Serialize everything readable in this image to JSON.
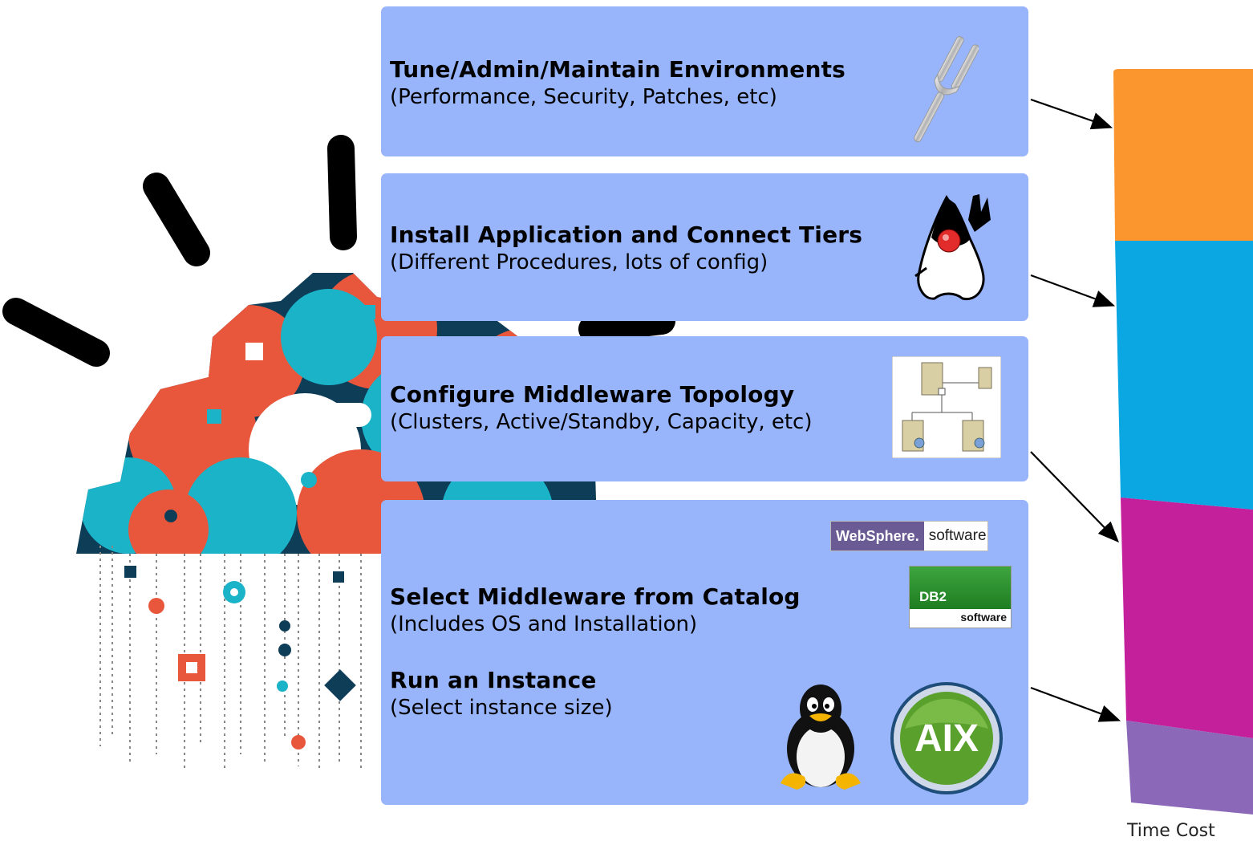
{
  "steps": [
    {
      "title": "Tune/Admin/Maintain Environments",
      "subtitle": "(Performance, Security, Patches, etc)",
      "icon": "tuning-fork-icon"
    },
    {
      "title": "Install Application and Connect Tiers",
      "subtitle": "(Different Procedures, lots of config)",
      "icon": "java-duke-icon"
    },
    {
      "title": "Configure Middleware Topology",
      "subtitle": "(Clusters, Active/Standby, Capacity, etc)",
      "icon": "server-topology-icon"
    },
    {
      "title": "Select Middleware from Catalog",
      "subtitle": "(Includes OS and Installation)",
      "icon": "websphere-db2-logos"
    },
    {
      "title": "Run an Instance",
      "subtitle": "(Select instance size)",
      "icon": "linux-aix-logos"
    }
  ],
  "logos": {
    "websphere_brand": "WebSphere.",
    "websphere_suffix": "software",
    "db2_brand": "DB2",
    "db2_suffix": "software",
    "aix_text": "AIX"
  },
  "cost_bar": {
    "label": "Time Cost",
    "segments": [
      {
        "color": "#fb952d"
      },
      {
        "color": "#0aa7e2"
      },
      {
        "color": "#c4209c"
      },
      {
        "color": "#8b68b8"
      }
    ]
  },
  "colors": {
    "box_fill": "#98b5fb",
    "cloud_red": "#e8573c",
    "cloud_teal": "#1ab3c8",
    "cloud_navy": "#0e3d58"
  }
}
